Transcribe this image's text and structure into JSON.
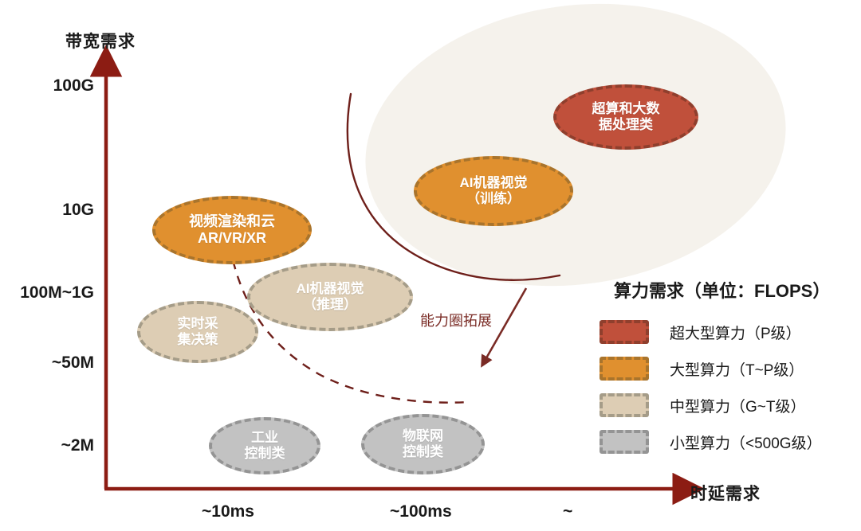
{
  "chart_data": {
    "type": "scatter",
    "title": "",
    "xlabel": "时延需求",
    "ylabel": "带宽需求",
    "x_ticks": [
      "~10ms",
      "~100ms",
      "~"
    ],
    "y_ticks": [
      "100G",
      "10G",
      "100M~1G",
      "~50M",
      "~2M"
    ],
    "grid": false,
    "legend_position": "right",
    "series": [
      {
        "name": "超大型算力（P级）",
        "color": "#c0503b",
        "border_color": "#8c3a2a",
        "points": [
          {
            "label": "超算和大数据处理类",
            "x": "~",
            "y": "100G"
          }
        ]
      },
      {
        "name": "大型算力（T~P级）",
        "color": "#e0902f",
        "border_color": "#a8762f",
        "points": [
          {
            "label": "AI机器视觉（训练）",
            "x": "~100ms",
            "y": "10G"
          },
          {
            "label": "视频渲染和云 AR/VR/XR",
            "x": "~10ms",
            "y": "10G"
          }
        ]
      },
      {
        "name": "中型算力（G~T级）",
        "color": "#ddcdb4",
        "border_color": "#a8a08d",
        "points": [
          {
            "label": "AI机器视觉（推理）",
            "x": "~10ms",
            "y": "100M~1G"
          },
          {
            "label": "实时采集决策",
            "x": "~10ms",
            "y": "100M~1G"
          }
        ]
      },
      {
        "name": "小型算力（<500G级）",
        "color": "#c2c2c2",
        "border_color": "#9a9a9a",
        "points": [
          {
            "label": "工业控制类",
            "x": "~10ms",
            "y": "~2M"
          },
          {
            "label": "物联网控制类",
            "x": "~100ms",
            "y": "~2M"
          }
        ]
      }
    ],
    "annotations": [
      {
        "label": "能力圈拓展",
        "type": "arrow",
        "color": "#7a2b25"
      }
    ]
  },
  "axes": {
    "y_title": "带宽需求",
    "x_title": "时延需求",
    "axis_color": "#8c1c13",
    "y_ticks": [
      {
        "label": "100G"
      },
      {
        "label": "10G"
      },
      {
        "label": "100M~1G"
      },
      {
        "label": "~50M"
      },
      {
        "label": "~2M"
      }
    ],
    "x_ticks": [
      {
        "label": "~10ms"
      },
      {
        "label": "~100ms"
      },
      {
        "label": "~"
      }
    ]
  },
  "bubbles": [
    {
      "id": "supercomputing",
      "label_lines": [
        "超算和大数据处理类"
      ],
      "line1": "超算和大数",
      "line2": "据处理类",
      "fill": "#c0503b",
      "border": "#8f3f2d"
    },
    {
      "id": "ai-vision-training",
      "label_lines": [
        "AI机器视觉（训练）"
      ],
      "line1": "AI机器视觉",
      "line2": "（训练）",
      "fill": "#e0902f",
      "border": "#a9742c"
    },
    {
      "id": "video-render-xr",
      "label_lines": [
        "视频渲染和云 AR/VR/XR"
      ],
      "line1": "视频渲染和云",
      "line2": "AR/VR/XR",
      "fill": "#e0902f",
      "border": "#a9742c"
    },
    {
      "id": "ai-vision-inference",
      "label_lines": [
        "AI机器视觉（推理）"
      ],
      "line1": "AI机器视觉",
      "line2": "（推理）",
      "fill": "#ddcdb4",
      "border": "#a59c88"
    },
    {
      "id": "realtime-collect-decide",
      "label_lines": [
        "实时采集决策"
      ],
      "line1": "实时采",
      "line2": "集决策",
      "fill": "#ddcdb4",
      "border": "#a59c88"
    },
    {
      "id": "industrial-control",
      "label_lines": [
        "工业控制类"
      ],
      "line1": "工业",
      "line2": "控制类",
      "fill": "#c2c2c2",
      "border": "#949494"
    },
    {
      "id": "iot-control",
      "label_lines": [
        "物联网控制类"
      ],
      "line1": "物联网",
      "line2": "控制类",
      "fill": "#c2c2c2",
      "border": "#949494"
    }
  ],
  "annotation": {
    "expansion_label": "能力圈拓展",
    "color": "#7a2b25"
  },
  "legend": {
    "title": "算力需求（单位：FLOPS）",
    "items": [
      {
        "label": "超大型算力（P级）",
        "fill": "#c0503b",
        "border": "#8f3f2d"
      },
      {
        "label": "大型算力（T~P级）",
        "fill": "#e0902f",
        "border": "#a9742c"
      },
      {
        "label": "中型算力（G~T级）",
        "fill": "#ddcdb4",
        "border": "#a59c88"
      },
      {
        "label": "小型算力（<500G级）",
        "fill": "#c2c2c2",
        "border": "#949494"
      }
    ]
  },
  "colors": {
    "background_blob": "#f5f2ec",
    "axis": "#8c1c13",
    "curve_solid": "#6e1f1a",
    "curve_dashed": "#6e1f1a",
    "text": "#1a1a1a"
  }
}
